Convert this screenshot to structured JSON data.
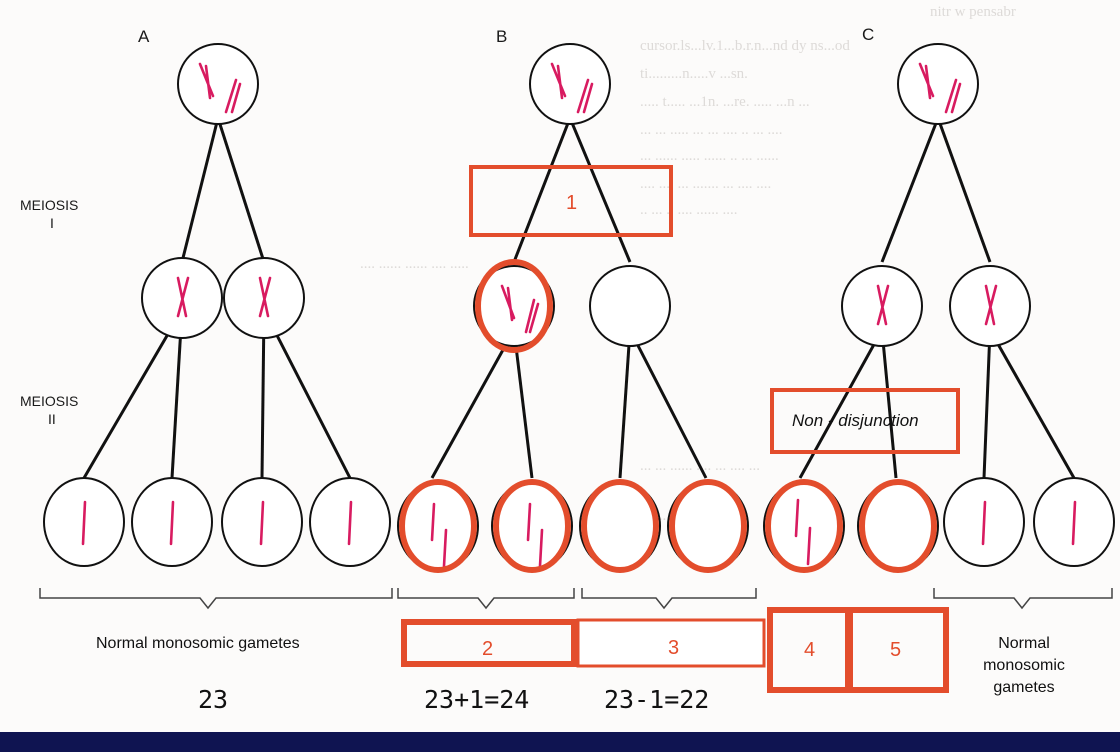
{
  "columns": {
    "a": "A",
    "b": "B",
    "c": "C"
  },
  "phases": {
    "meiosis1_word": "MEIOSIS",
    "meiosis1_num": "I",
    "meiosis2_word": "MEIOSIS",
    "meiosis2_num": "II"
  },
  "labels": {
    "l1": "1",
    "l2": "2",
    "l3": "3",
    "l4": "4",
    "l5": "5",
    "nondisjunction": "Non - disjunction"
  },
  "captions": {
    "normal_a": "Normal monosomic gametes",
    "normal_c_line1": "Normal",
    "normal_c_line2": "monosomic",
    "normal_c_line3": "gametes"
  },
  "counts": {
    "a": "23",
    "trisomic": "23+1=24",
    "monosomic": "23-1=22"
  },
  "colors": {
    "highlight": "#e34d2c",
    "chromosome": "#d81b60",
    "bar": "#0f1451"
  }
}
